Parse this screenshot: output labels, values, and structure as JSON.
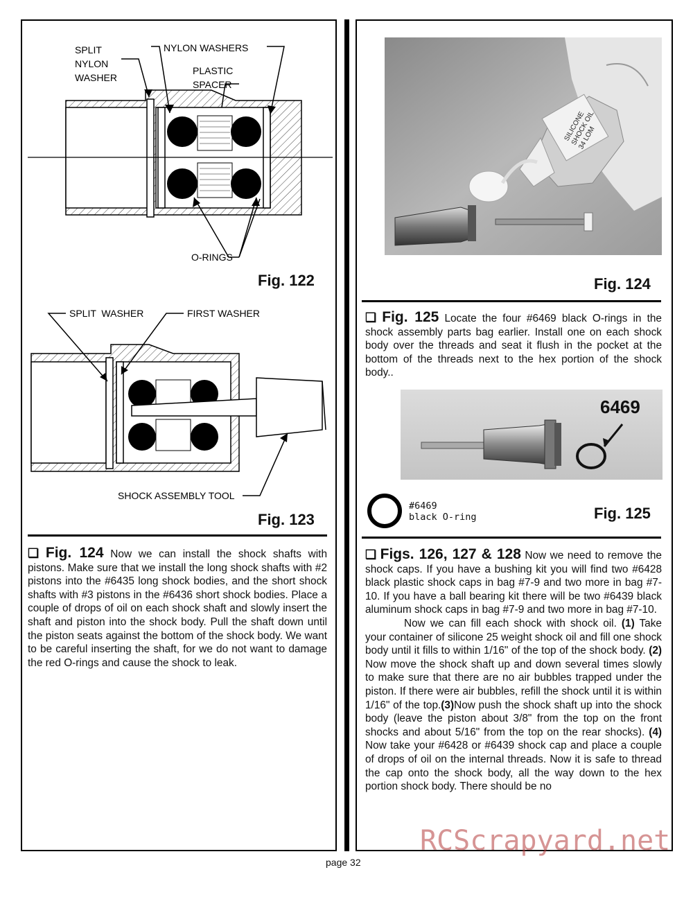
{
  "fig122": {
    "label": "Fig. 122",
    "callouts": {
      "split_nylon_washer": [
        "SPLIT",
        "NYLON",
        "WASHER"
      ],
      "nylon_washers": "NYLON WASHERS",
      "plastic_spacer": [
        "PLASTIC",
        "SPACER"
      ],
      "o_rings": "O-RINGS"
    }
  },
  "fig123": {
    "label": "Fig. 123",
    "callouts": {
      "split_washer": "SPLIT  WASHER",
      "first_washer": "FIRST WASHER",
      "shock_assembly_tool": "SHOCK ASSEMBLY TOOL"
    }
  },
  "fig124": {
    "label": "Fig. 124",
    "bottle_text": [
      "SILICONE",
      "SHOCK OIL",
      "34 LOM"
    ]
  },
  "para124": {
    "box": "❏",
    "head": "Fig. 124",
    "text": "Now we can install the shock shafts with pistons. Make sure that we install the long shock shafts with #2 pistons into the #6435 long shock bodies, and the short shock shafts with #3 pistons in the #6436 short shock bodies. Place a couple of drops of oil on each shock shaft and slowly insert the shaft and piston into the shock body. Pull the shaft down until the piston seats against the bottom of the shock body. We want to be careful inserting the shaft, for we do not want to damage the red O-rings and cause the shock to leak."
  },
  "para125": {
    "box": "❏",
    "head": "Fig. 125",
    "text": "Locate the four #6469 black O-rings in the shock assembly parts bag earlier. Install one on each shock body over the threads and seat it flush in the pocket at the bottom of the threads next to the hex portion of the shock body.."
  },
  "fig125": {
    "label": "Fig. 125",
    "part_number": "6469",
    "oring_label": [
      "#6469",
      "black O-ring"
    ]
  },
  "para126": {
    "box": "❏",
    "head": "Figs. 126, 127 & 128",
    "text1": "Now we need to remove the shock caps. If you have a bushing kit you will find two #6428 black plastic shock caps in bag #7-9 and two more in bag #7-10. If you have a ball bearing kit there will be two #6439 black aluminum shock caps in bag #7-9 and two more in bag #7-10.",
    "p2_a": "Now we can fill each shock with shock oil.",
    "s1": "(1)",
    "p2_b": "Take your container of silicone 25 weight shock oil and fill one shock body until it fills to within 1/16\" of the top of the shock body.",
    "s2": "(2)",
    "p2_c": "Now move the shock shaft up and down several times slowly to make sure that there are no air bubbles trapped under the piston. If there were air bubbles, refill the shock until it is within 1/16\" of the top.",
    "s3": "(3)",
    "p2_d": "Now push the shock shaft up into the shock body (leave the piston about 3/8\" from the top on the front shocks and about 5/16\" from the top on the rear shocks).",
    "s4": "(4)",
    "p2_e": "Now take your #6428 or  #6439 shock cap and place a couple of drops of oil on the internal threads. Now it is safe to thread the cap onto the shock body, all the way down to the hex portion shock body. There should be no"
  },
  "footer": {
    "page": "page 32",
    "watermark": "RCScrapyard.net"
  }
}
